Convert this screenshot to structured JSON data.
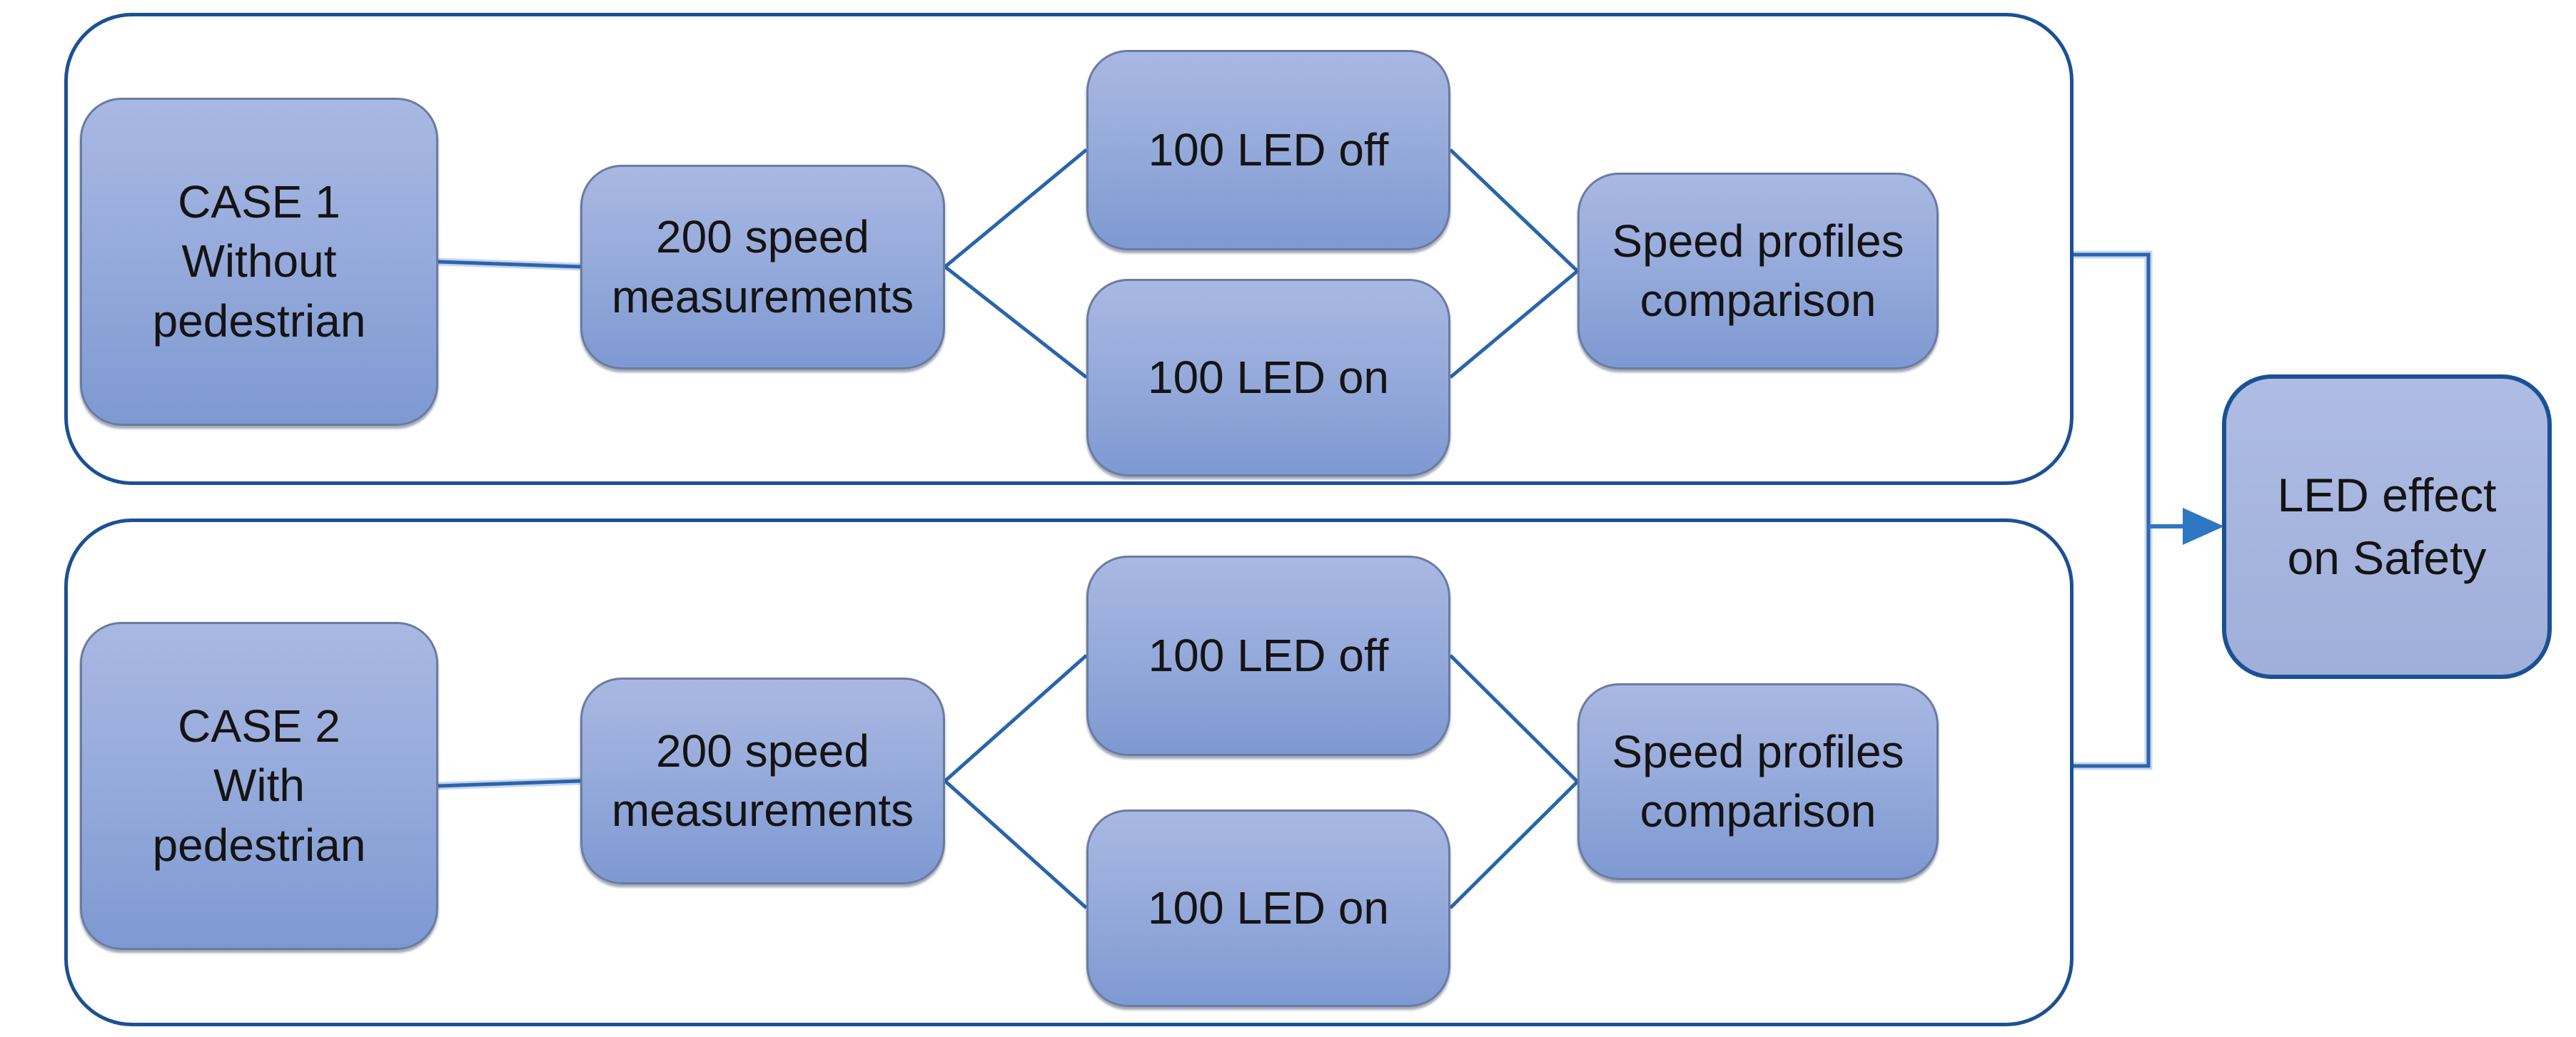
{
  "theme": {
    "page-bg": "#ffffff",
    "text-color": "#141414",
    "container-border": "#1c5094",
    "connector": "#2a64ab",
    "connector-halo": "#c9d6ef",
    "arrow": "#2e77c2",
    "box-fill-top": "#a9b8e2",
    "box-fill-bottom": "#7e99d2",
    "box-border": "#6b7ba0",
    "result-fill-top": "#aebce4",
    "result-fill-bottom": "#9fafd9"
  },
  "diagram": {
    "groups": [
      {
        "case": "CASE 1\nWithout\npedestrian",
        "speed": "200 speed\nmeasurements",
        "led_off": "100 LED off",
        "led_on": "100 LED on",
        "comparison": "Speed profiles\ncomparison"
      },
      {
        "case": "CASE 2\nWith\npedestrian",
        "speed": "200 speed\nmeasurements",
        "led_off": "100 LED off",
        "led_on": "100 LED on",
        "comparison": "Speed profiles\ncomparison"
      }
    ],
    "result": "LED effect\non Safety"
  }
}
